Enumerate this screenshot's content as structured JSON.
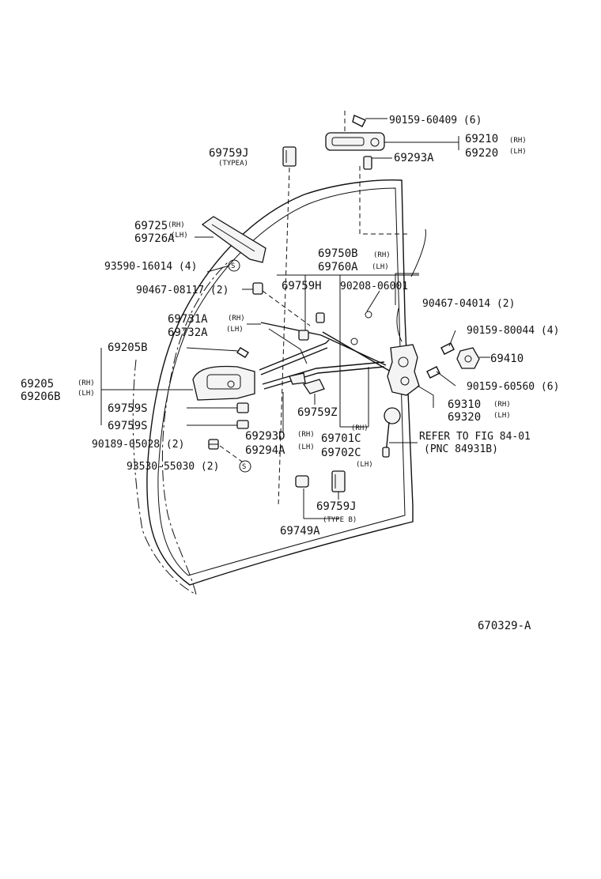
{
  "diagram": {
    "figure_code": "670329-A",
    "labels": {
      "p90159_60409": "90159-60409 (6)",
      "p69210": "69210",
      "p69210_rh": "(RH)",
      "p69220": "69220",
      "p69220_lh": "(LH)",
      "p69293A": "69293A",
      "p69759J_a": "69759J",
      "p69759J_a_sub": "(TYPEA)",
      "p69725": "69725",
      "p69725_rh": "(RH)",
      "p69726A": "69726A",
      "p69726A_lh": "(LH)",
      "p93590_16014": "93590-16014 (4)",
      "p90467_08117": "90467-08117 (2)",
      "p69750B": "69750B",
      "p69750B_rh": "(RH)",
      "p69760A": "69760A",
      "p69760A_lh": "(LH)",
      "p69759H": "69759H",
      "p90208_06001": "90208-06001",
      "p90467_04014": "90467-04014 (2)",
      "p69731A": "69731A",
      "p69731A_rh": "(RH)",
      "p69732A": "69732A",
      "p69732A_lh": "(LH)",
      "p90159_80044": "90159-80044 (4)",
      "p69205B": "69205B",
      "p69410": "69410",
      "p69205": "69205",
      "p69205_rh": "(RH)",
      "p69206B": "69206B",
      "p69206B_lh": "(LH)",
      "p90159_60560": "90159-60560 (6)",
      "p69759S_a": "69759S",
      "p69759S_b": "69759S",
      "p69759Z": "69759Z",
      "p69310": "69310",
      "p69310_rh": "(RH)",
      "p69320": "69320",
      "p69320_lh": "(LH)",
      "p69701C_rh": "(RH)",
      "p69293D": "69293D",
      "p69293D_rh": "(RH)",
      "p69701C": "69701C",
      "refer_fig": "REFER TO FIG 84-01",
      "refer_pnc": "(PNC 84931B)",
      "p90189_05028": "90189-05028 (2)",
      "p69294A": "69294A",
      "p69294A_lh": "(LH)",
      "p69702C": "69702C",
      "p69702C_lh": "(LH)",
      "p93530_55030": "93530-55030 (2)",
      "s_marker": "S",
      "p69759J_b": "69759J",
      "p69759J_b_sub": "(TYPE B)",
      "p69749A": "69749A"
    }
  }
}
